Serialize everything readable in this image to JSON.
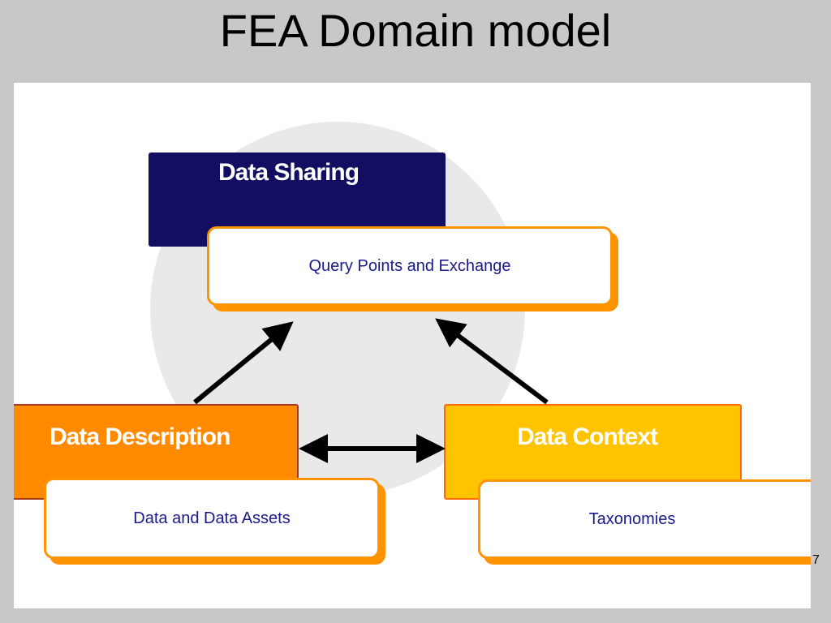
{
  "slide": {
    "title": "FEA Domain model",
    "page_number": "7"
  },
  "diagram": {
    "data_sharing": {
      "header": "Data Sharing",
      "content": "Query Points and Exchange"
    },
    "data_description": {
      "header": "Data Description",
      "content": "Data and Data Assets"
    },
    "data_context": {
      "header": "Data Context",
      "content": "Taxonomies"
    }
  },
  "colors": {
    "slide_background": "#c8c8c8",
    "diagram_background": "#ffffff",
    "circle": "#e9e9e9",
    "data_sharing_header": "#120e62",
    "data_description_header": "#ff8a00",
    "data_context_header": "#ffc300",
    "box_border": "#ff9300",
    "content_text": "#1a1a8c",
    "arrow": "#000000"
  }
}
